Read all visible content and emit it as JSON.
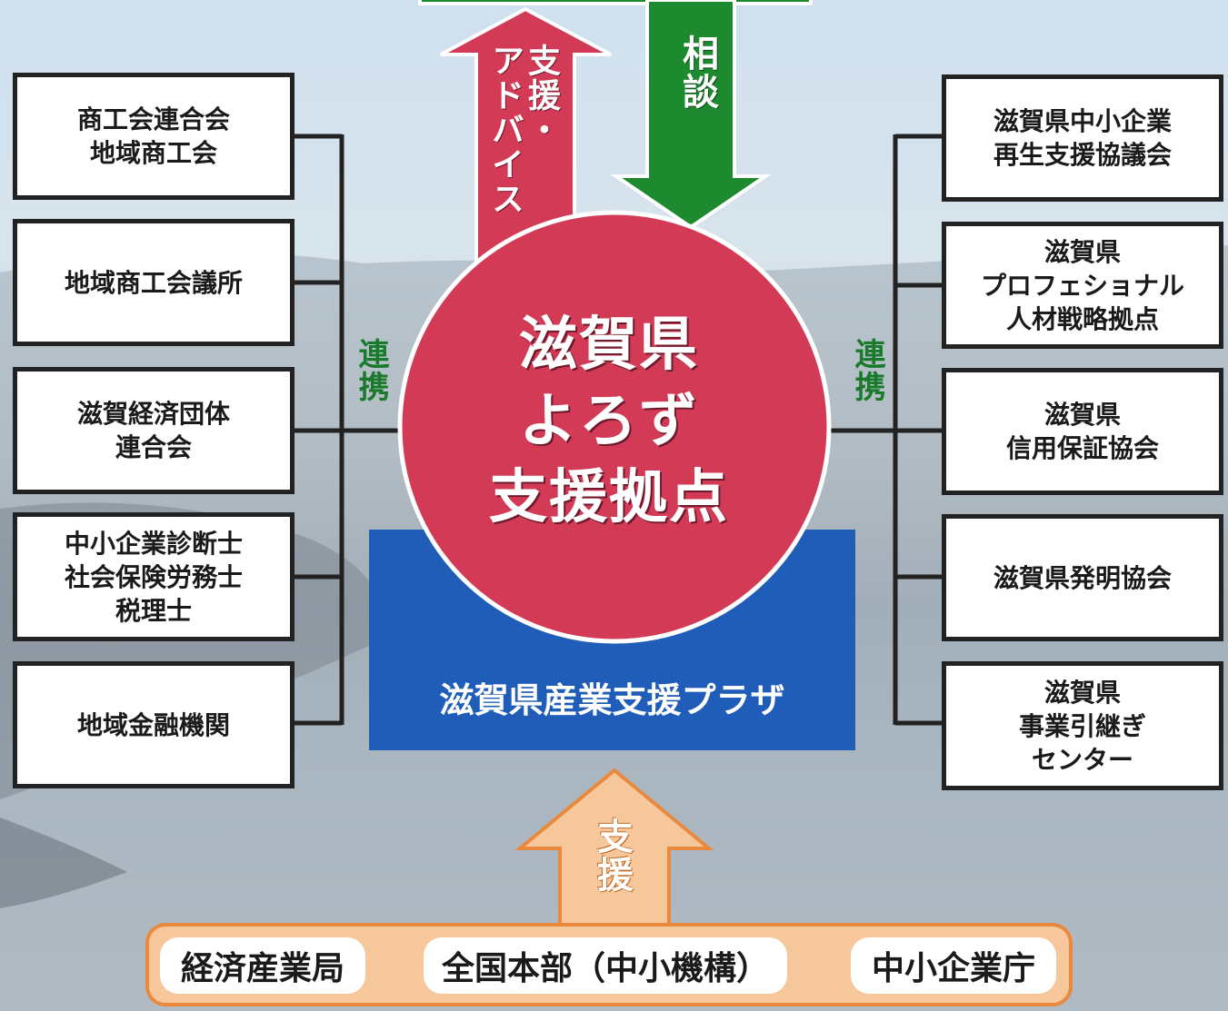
{
  "left_boxes": [
    "商工会連合会\n地域商工会",
    "地域商工会議所",
    "滋賀経済団体\n連合会",
    "中小企業診断士\n社会保険労務士\n税理士",
    "地域金融機関"
  ],
  "right_boxes": [
    "滋賀県中小企業\n再生支援協議会",
    "滋賀県\nプロフェショナル\n人材戦略拠点",
    "滋賀県\n信用保証協会",
    "滋賀県発明協会",
    "滋賀県\n事業引継ぎ\nセンター"
  ],
  "renkei_left": "連携",
  "renkei_right": "連携",
  "center": "滋賀県\nよろず\n支援拠点",
  "plaza": "滋賀県産業支援プラザ",
  "arrow_up_label": "支援・\nアドバイス",
  "arrow_down_label": "相談",
  "arrow_bottom_label": "支援",
  "bottom_pills": [
    "経済産業局",
    "全国本部（中小機構）",
    "中小企業庁"
  ],
  "colors": {
    "red": "#d23a55",
    "green": "#1e8a30",
    "blue": "#1f5db8",
    "orange_fill": "#f6c79a",
    "orange_stroke": "#e9893d"
  }
}
